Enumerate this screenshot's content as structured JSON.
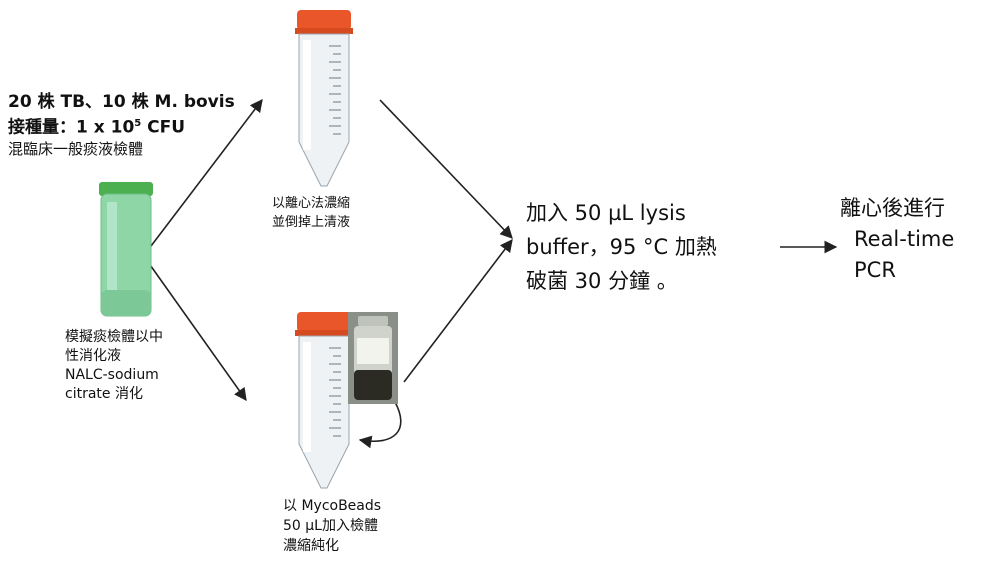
{
  "input_block": {
    "line1": "20 株 TB、10 株 M. bovis",
    "line2_prefix": "接種量：1 x 10",
    "line2_exp": "5",
    "line2_suffix": " CFU",
    "line3": "混臨床一般痰液檢體"
  },
  "treatment": {
    "line1": "模擬痰檢體以中",
    "line2": "性消化液",
    "line3": "NALC-sodium",
    "line4": "citrate 消化"
  },
  "branch_top": {
    "line1": "以離心法濃縮",
    "line2": "並倒掉上清液"
  },
  "branch_bottom": {
    "line1": "以 MycoBeads",
    "line2": "50 µL加入檢體",
    "line3": "濃縮純化"
  },
  "lysis": {
    "line1": "加入 50 µL lysis",
    "line2": "buffer，95 °C 加熱",
    "line3": "破菌 30 分鐘 。"
  },
  "final": {
    "line1": "離心後進行",
    "line2": "Real-time",
    "line3": "PCR"
  },
  "colors": {
    "cap_orange": "#e8562a",
    "cap_green": "#4caf50",
    "tube_green": "#8fd6a6",
    "arrow": "#222222"
  }
}
